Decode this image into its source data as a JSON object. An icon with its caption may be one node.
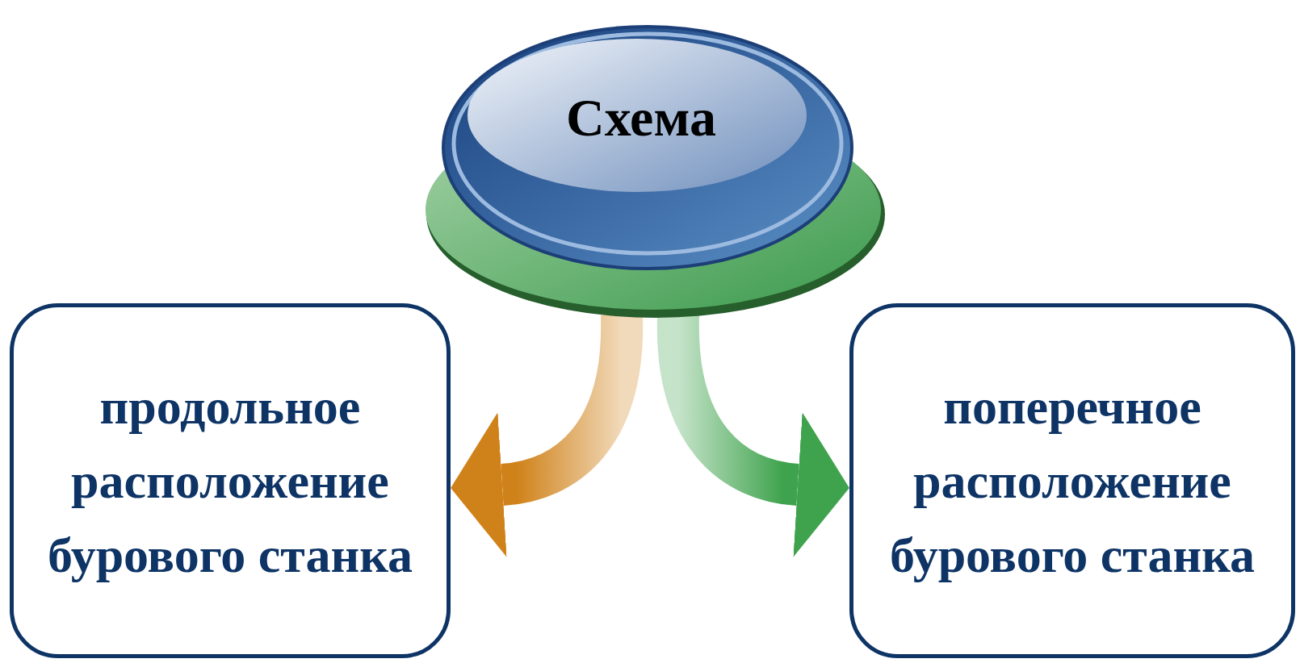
{
  "diagram": {
    "nodes": [
      {
        "text": [
          "Схема"
        ]
      },
      {
        "text": [
          "продольное расположение бурового станка"
        ]
      },
      {
        "text": [
          "поперечное расположение бурового станка"
        ]
      }
    ],
    "edges": [
      {
        "from": 0,
        "to": 1,
        "arrow": "to",
        "style": "thick",
        "color": "#d0821a"
      },
      {
        "from": 0,
        "to": 2,
        "arrow": "to",
        "style": "thick",
        "color": "#3fa34d"
      }
    ]
  }
}
